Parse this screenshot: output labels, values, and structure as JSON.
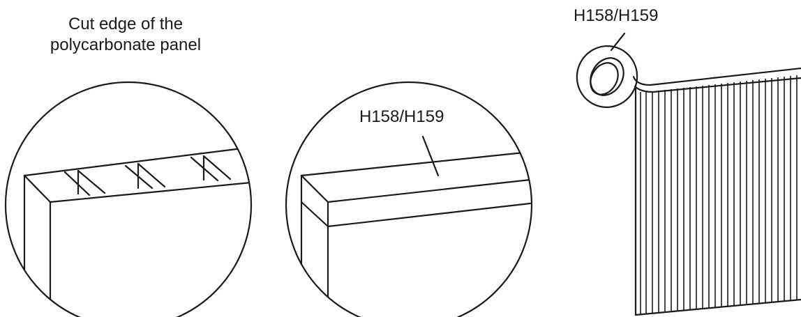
{
  "labels": {
    "cut_edge_line1": "Cut edge of the",
    "cut_edge_line2": "polycarbonate panel",
    "detail_part": "H158/H159",
    "assembly_part": "H158/H159"
  }
}
